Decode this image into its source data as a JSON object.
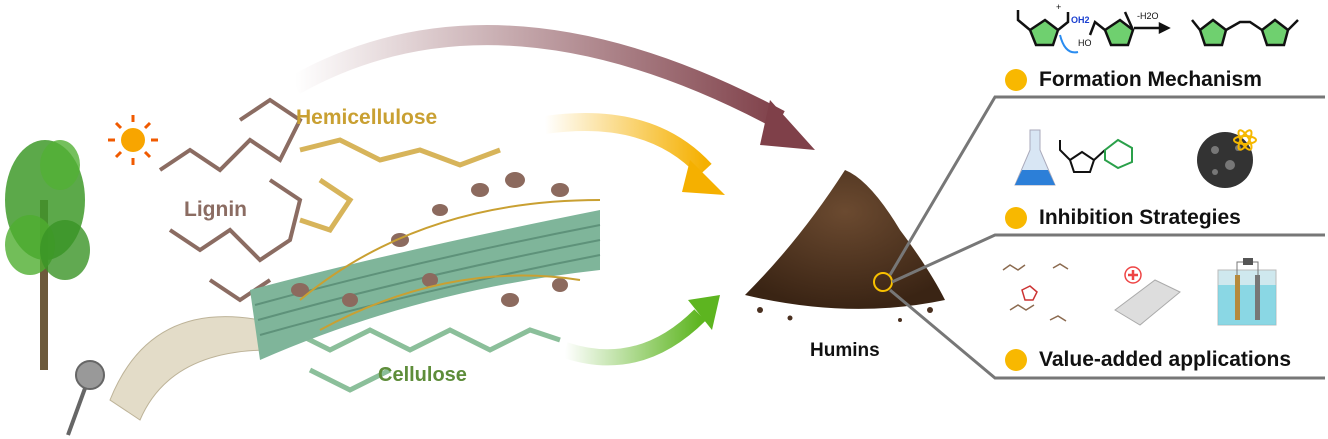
{
  "labels": {
    "hemicellulose": "Hemicellulose",
    "lignin": "Lignin",
    "cellulose": "Cellulose",
    "humins": "Humins"
  },
  "reaction": {
    "condition": "-H2O",
    "charge": "+",
    "group_oh": "HO",
    "group_oh2": "OH2"
  },
  "sections": [
    {
      "label": "Formation Mechanism"
    },
    {
      "label": "Inhibition Strategies"
    },
    {
      "label": "Value-added applications"
    }
  ],
  "colors": {
    "bullet": "#f8b800",
    "hemicellulose": "#c9a032",
    "lignin": "#8b6c62",
    "cellulose": "#5e8d3a",
    "arc_arrow": "#8a4e55",
    "yellow_arrow": "#f5b800",
    "green_arrow": "#6cbf2a"
  }
}
